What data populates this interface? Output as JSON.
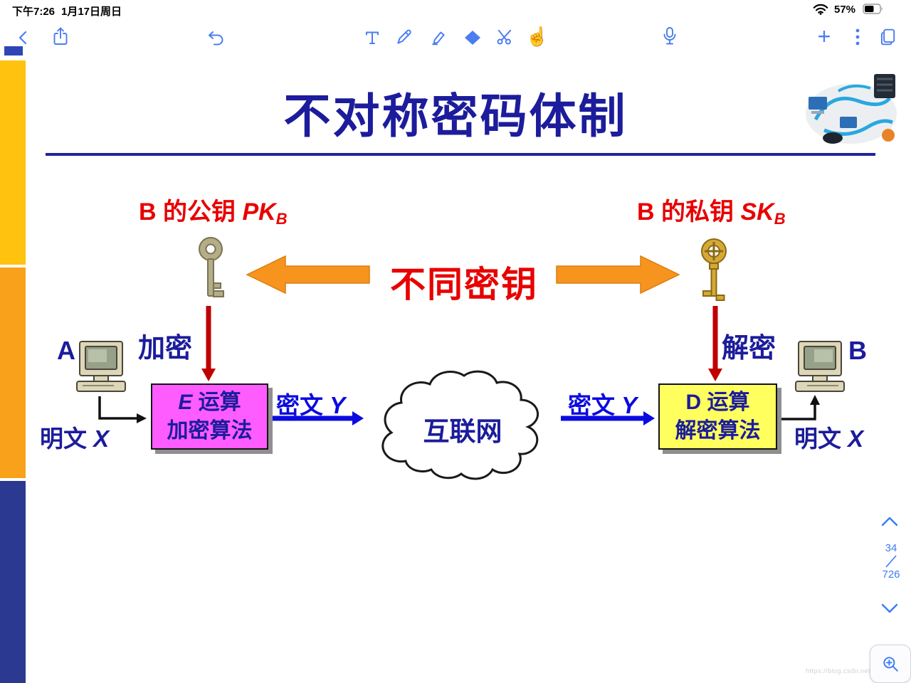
{
  "status_bar": {
    "time": "下午7:26",
    "date": "1月17日周日",
    "battery_percent": "57%"
  },
  "toolbar": {
    "icons": [
      "back",
      "share",
      "undo",
      "text-tool",
      "pen-tool",
      "highlighter-tool",
      "shape-tool",
      "scissors-tool",
      "hand-tool",
      "microphone",
      "add",
      "more",
      "pages"
    ]
  },
  "page_nav": {
    "current_page": "34",
    "total_pages": "726"
  },
  "slide": {
    "title": "不对称密码体制",
    "public_key_prefix": "B 的公钥 ",
    "public_key_var": "PK",
    "public_key_sub": "B",
    "private_key_prefix": "B 的私钥 ",
    "private_key_var": "SK",
    "private_key_sub": "B",
    "different_keys": "不同密钥",
    "encrypt": "加密",
    "decrypt": "解密",
    "sender": "A",
    "receiver": "B",
    "plaintext_prefix": "明文 ",
    "plaintext_var": "X",
    "ciphertext_prefix": "密文 ",
    "ciphertext_var": "Y",
    "internet": "互联网",
    "e_box_var": "E",
    "e_box_rest": " 运算",
    "e_box_line2": "加密算法",
    "d_box_line1": "D 运算",
    "d_box_line2": "解密算法",
    "watermark": "https://blog.csdn.net"
  }
}
